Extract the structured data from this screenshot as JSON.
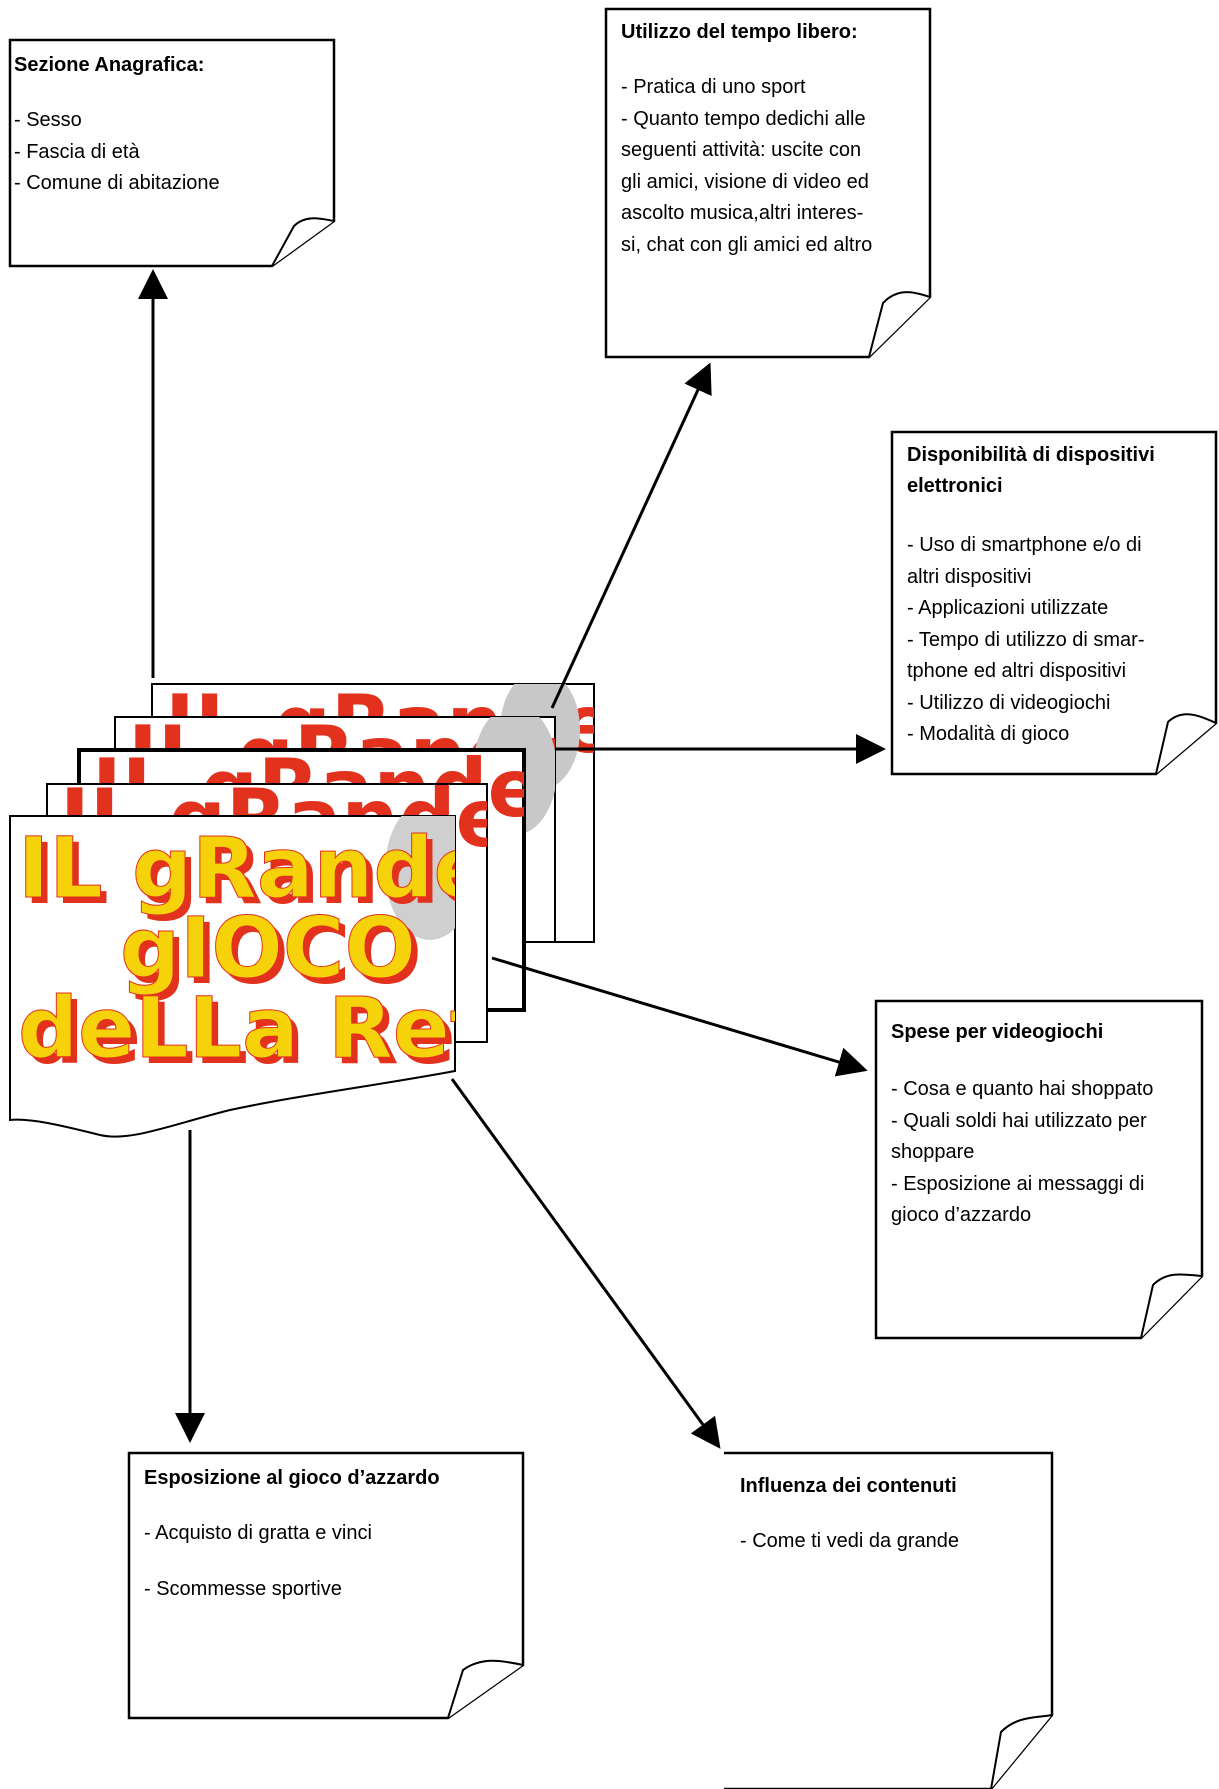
{
  "notes": {
    "anagrafica": {
      "title": "Sezione Anagrafica:",
      "items": [
        "- Sesso",
        "- Fascia di età",
        "- Comune di abitazione"
      ]
    },
    "tempo_libero": {
      "title": "Utilizzo del tempo libero:",
      "items": [
        "- Pratica di uno sport",
        "- Quanto tempo dedichi alle",
        "seguenti attività: uscite con",
        "gli amici, visione di video ed",
        "ascolto musica,altri interes-",
        "si, chat con gli amici ed altro"
      ]
    },
    "dispositivi": {
      "title": "Disponibilità di dispositivi\nelettronici",
      "items": [
        "- Uso di smartphone e/o di",
        "altri dispositivi",
        "- Applicazioni utilizzate",
        "- Tempo di utilizzo di smar-",
        "tphone ed altri dispositivi",
        "- Utilizzo di videogiochi",
        "- Modalità di gioco"
      ]
    },
    "spese": {
      "title": "Spese per videogiochi",
      "items": [
        "- Cosa e quanto hai shoppato",
        "- Quali soldi hai utilizzato per",
        "shoppare",
        "- Esposizione ai messaggi di",
        "gioco d’azzardo"
      ]
    },
    "azzardo": {
      "title": "Esposizione al gioco d’azzardo",
      "items": [
        "- Acquisto di gratta e vinci",
        "- Scommesse sportive"
      ]
    },
    "influenza": {
      "title": "Influenza dei contenuti",
      "items": [
        "- Come ti vedi da grande"
      ]
    }
  },
  "logo": {
    "lines": [
      "IL gRande",
      "gIOCO",
      "deLLa Rete"
    ],
    "fill_color": "#f5d20a",
    "shadow_color": "#e2321e"
  },
  "colors": {
    "stroke": "#000000",
    "background": "#ffffff"
  }
}
